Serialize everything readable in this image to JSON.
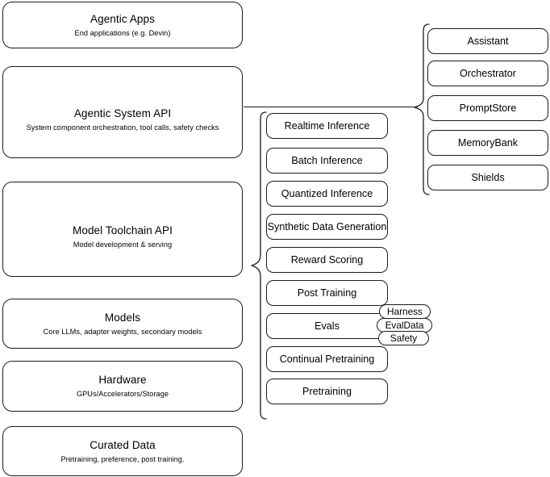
{
  "diagram": {
    "type": "layered-architecture-diagram",
    "background_color": "#ffffff",
    "stroke_color": "#1a1a1a"
  },
  "stack": {
    "layers": [
      {
        "id": "agentic-apps",
        "title": "Agentic Apps",
        "subtitle": "End applications (e.g. Devin)"
      },
      {
        "id": "agentic-system-api",
        "title": "Agentic System API",
        "subtitle": "System component orchestration, tool calls, safety checks"
      },
      {
        "id": "model-toolchain-api",
        "title": "Model Toolchain API",
        "subtitle": "Model development & serving"
      },
      {
        "id": "models",
        "title": "Models",
        "subtitle": "Core LLMs, adapter weights, secondary models"
      },
      {
        "id": "hardware",
        "title": "Hardware",
        "subtitle": "GPUs/Accelerators/Storage"
      },
      {
        "id": "curated-data",
        "title": "Curated Data",
        "subtitle": "Pretraining, preference, post training."
      }
    ]
  },
  "toolchain_capabilities": {
    "items": [
      {
        "id": "realtime-inference",
        "label": "Realtime Inference"
      },
      {
        "id": "batch-inference",
        "label": "Batch Inference"
      },
      {
        "id": "quantized-inference",
        "label": "Quantized Inference"
      },
      {
        "id": "synthetic-data-generation",
        "label": "Synthetic Data Generation"
      },
      {
        "id": "reward-scoring",
        "label": "Reward Scoring"
      },
      {
        "id": "post-training",
        "label": "Post Training"
      },
      {
        "id": "evals",
        "label": "Evals"
      },
      {
        "id": "continual-pretraining",
        "label": "Continual Pretraining"
      },
      {
        "id": "pretraining",
        "label": "Pretraining"
      }
    ]
  },
  "evals_subcomponents": {
    "items": [
      {
        "id": "harness",
        "label": "Harness"
      },
      {
        "id": "evaldata",
        "label": "EvalData"
      },
      {
        "id": "safety",
        "label": "Safety"
      }
    ]
  },
  "system_components": {
    "items": [
      {
        "id": "assistant",
        "label": "Assistant"
      },
      {
        "id": "orchestrator",
        "label": "Orchestrator"
      },
      {
        "id": "promptstore",
        "label": "PromptStore"
      },
      {
        "id": "memorybank",
        "label": "MemoryBank"
      },
      {
        "id": "shields",
        "label": "Shields"
      }
    ]
  }
}
